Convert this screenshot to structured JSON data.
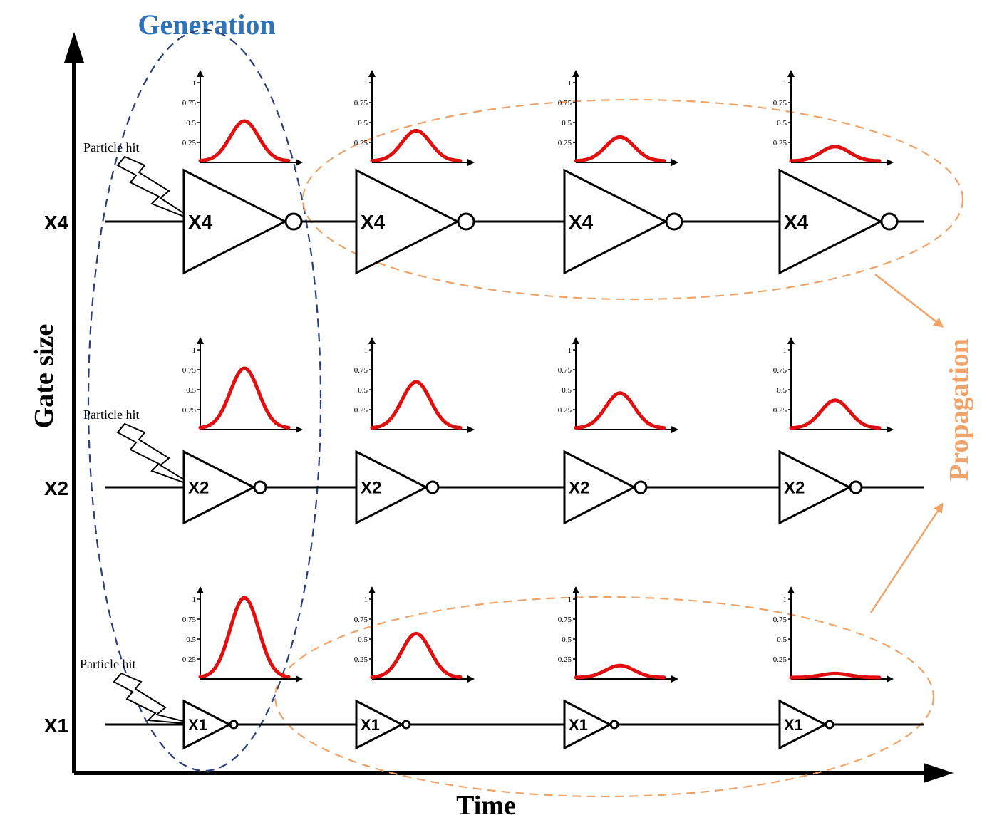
{
  "labels": {
    "generation": "Generation",
    "propagation": "Propagation",
    "y_axis": "Gate size",
    "x_axis": "Time",
    "particle_hit": "Particle hit"
  },
  "rows": [
    {
      "size": "X4",
      "amplitudes": [
        0.5,
        0.38,
        0.3,
        0.18
      ]
    },
    {
      "size": "X2",
      "amplitudes": [
        0.75,
        0.58,
        0.44,
        0.35
      ]
    },
    {
      "size": "X1",
      "amplitudes": [
        1.0,
        0.55,
        0.15,
        0.05
      ]
    }
  ],
  "mini_axis_ticks": [
    "1",
    "0.75",
    "0.5",
    "0.25"
  ],
  "colors": {
    "generation": "#2f72b8",
    "generation_ellipse": "#2b3d7a",
    "propagation": "#f0a368",
    "pulse": "#e01010",
    "ink": "#000000"
  }
}
